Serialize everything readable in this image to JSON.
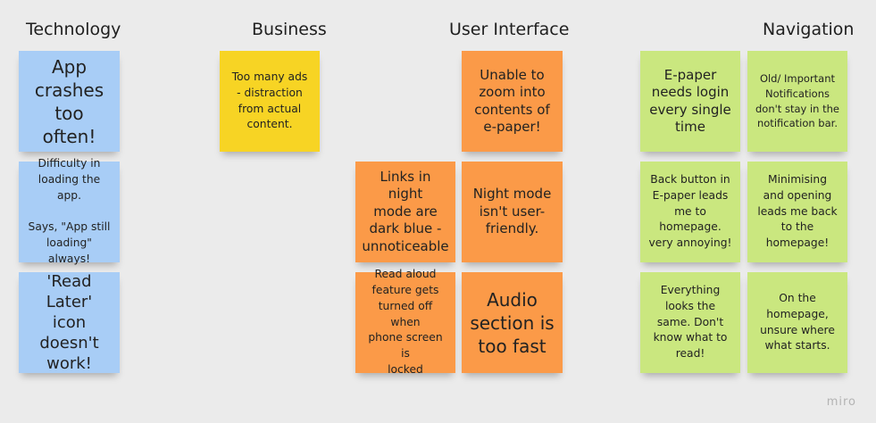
{
  "headings": {
    "technology": "Technology",
    "business": "Business",
    "user_interface": "User Interface",
    "navigation": "Navigation"
  },
  "notes": {
    "tech_1": "App\ncrashes\ntoo often!",
    "tech_2": "Difficulty in\nloading the app.\n\nSays, \"App still\nloading\" always!",
    "tech_3": "'Read Later'\nicon\ndoesn't\nwork!",
    "biz_1": "Too many ads\n- distraction\nfrom actual\ncontent.",
    "ui_1": "Unable to\nzoom into\ncontents of\ne-paper!",
    "ui_2": "Links in night\nmode are\ndark blue -\nunnoticeable",
    "ui_3": "Night mode\nisn't user-\nfriendly.",
    "ui_4": "Read aloud\nfeature gets\nturned off when\nphone screen is\nlocked",
    "ui_5": "Audio\nsection is\ntoo fast",
    "nav_1": "E-paper\nneeds login\nevery single\ntime",
    "nav_2": "Old/ Important\nNotifications\ndon't stay in the\nnotification bar.",
    "nav_3": "Back button in\nE-paper leads\nme to\nhomepage.\nvery annoying!",
    "nav_4": "Minimising\nand opening\nleads me back\nto the\nhomepage!",
    "nav_5": "Everything\nlooks the\nsame. Don't\nknow what to\nread!",
    "nav_6": "On the\nhomepage,\nunsure where\nwhat starts."
  },
  "colors": {
    "blue": "#a8cdf6",
    "yellow": "#f7d424",
    "orange": "#fb9a48",
    "green": "#cae77f"
  },
  "watermark": "miro"
}
